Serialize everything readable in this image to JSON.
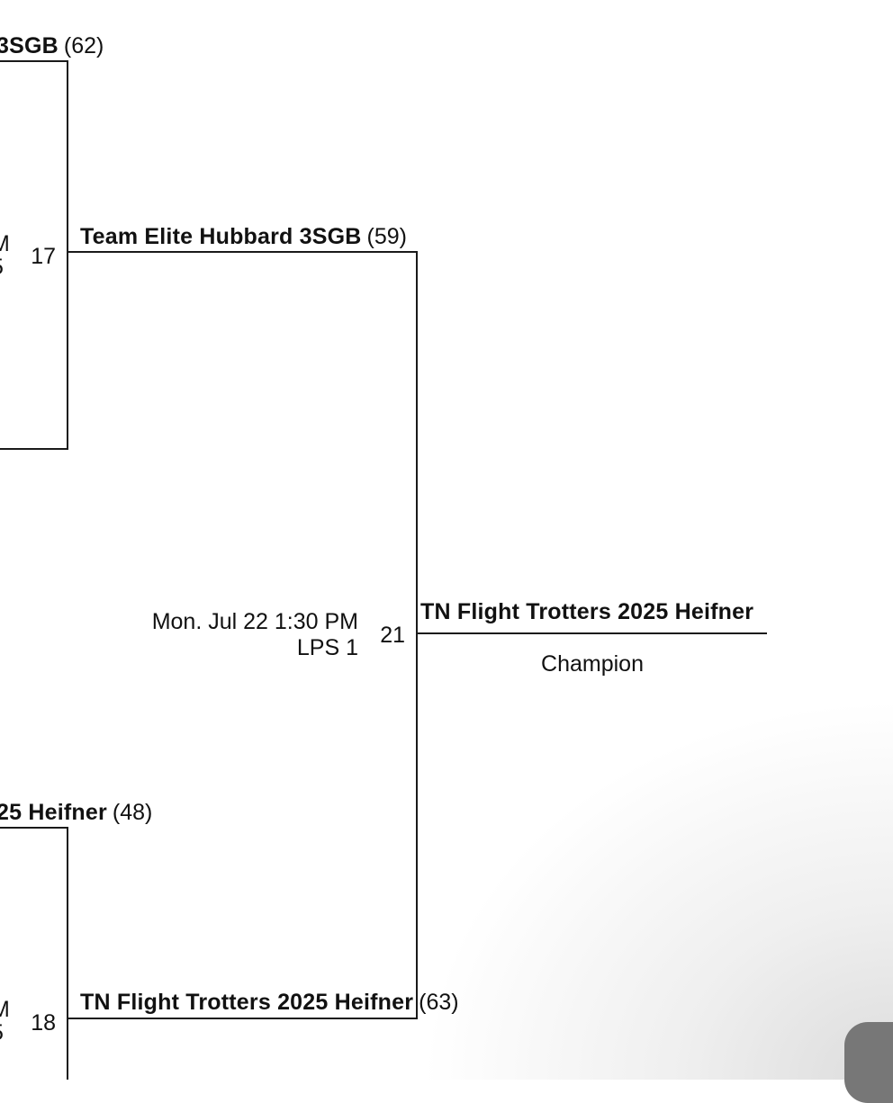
{
  "bracket": {
    "top_left_team": {
      "name": "3SGB",
      "seed": "(62)"
    },
    "bottom_left_team": {
      "name": "25 Heifner",
      "seed": "(48)"
    },
    "game17": {
      "number": "17",
      "info_partial_line1": "M",
      "info_partial_line2": "5"
    },
    "game18": {
      "number": "18",
      "info_partial_line1": "M",
      "info_partial_line2": "5"
    },
    "semi_top_team": {
      "name": "Team Elite Hubbard 3SGB",
      "seed": "(59)"
    },
    "semi_bottom_team": {
      "name": "TN Flight Trotters 2025 Heifner",
      "seed": "(63)"
    },
    "final": {
      "number": "21",
      "datetime": "Mon. Jul 22 1:30 PM",
      "location": "LPS 1",
      "winner": "TN Flight Trotters 2025 Heifner",
      "label": "Champion"
    }
  }
}
